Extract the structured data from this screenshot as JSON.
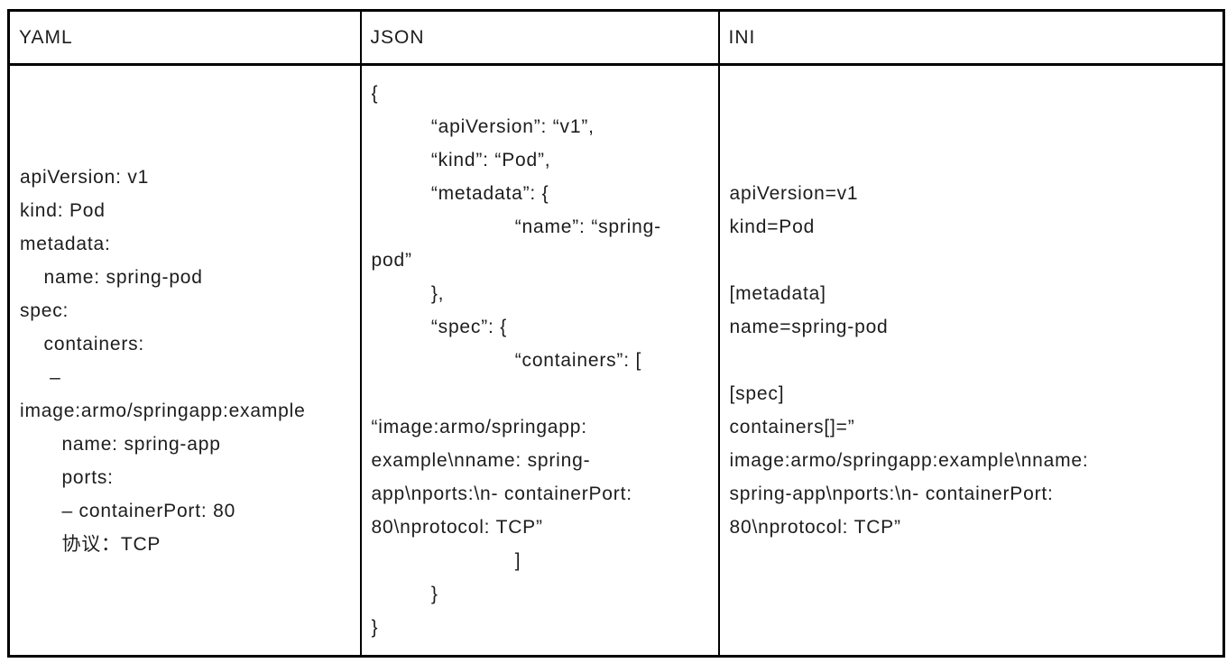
{
  "table": {
    "columns": [
      {
        "header": "YAML",
        "lines": [
          "apiVersion: v1",
          "kind: Pod",
          "metadata:",
          "    name: spring-pod",
          "spec:",
          "    containers:",
          "     –",
          "image:armo/springapp:example",
          "       name: spring-app",
          "       ports:",
          "       – containerPort: 80",
          "       协议：TCP"
        ]
      },
      {
        "header": "JSON",
        "lines": [
          "{",
          "          “apiVersion”: “v1”,",
          "          “kind”: “Pod”,",
          "          “metadata”: {",
          "                        “name”: “spring-",
          "pod”",
          "          },",
          "          “spec”: {",
          "                        “containers”: [",
          "",
          "“image:armo/springapp:",
          "example\\nname: spring-",
          "app\\nports:\\n- containerPort:",
          "80\\nprotocol: TCP”",
          "                        ]",
          "          }",
          "}"
        ]
      },
      {
        "header": "INI",
        "lines": [
          "apiVersion=v1",
          "kind=Pod",
          "",
          "[metadata]",
          "name=spring-pod",
          "",
          "[spec]",
          "containers[]=”",
          "image:armo/springapp:example\\nname:",
          "spring-app\\nports:\\n- containerPort:",
          "80\\nprotocol: TCP”"
        ]
      }
    ],
    "colors": {
      "border": "#000000",
      "text": "#1d1d1d",
      "background": "#ffffff"
    }
  }
}
